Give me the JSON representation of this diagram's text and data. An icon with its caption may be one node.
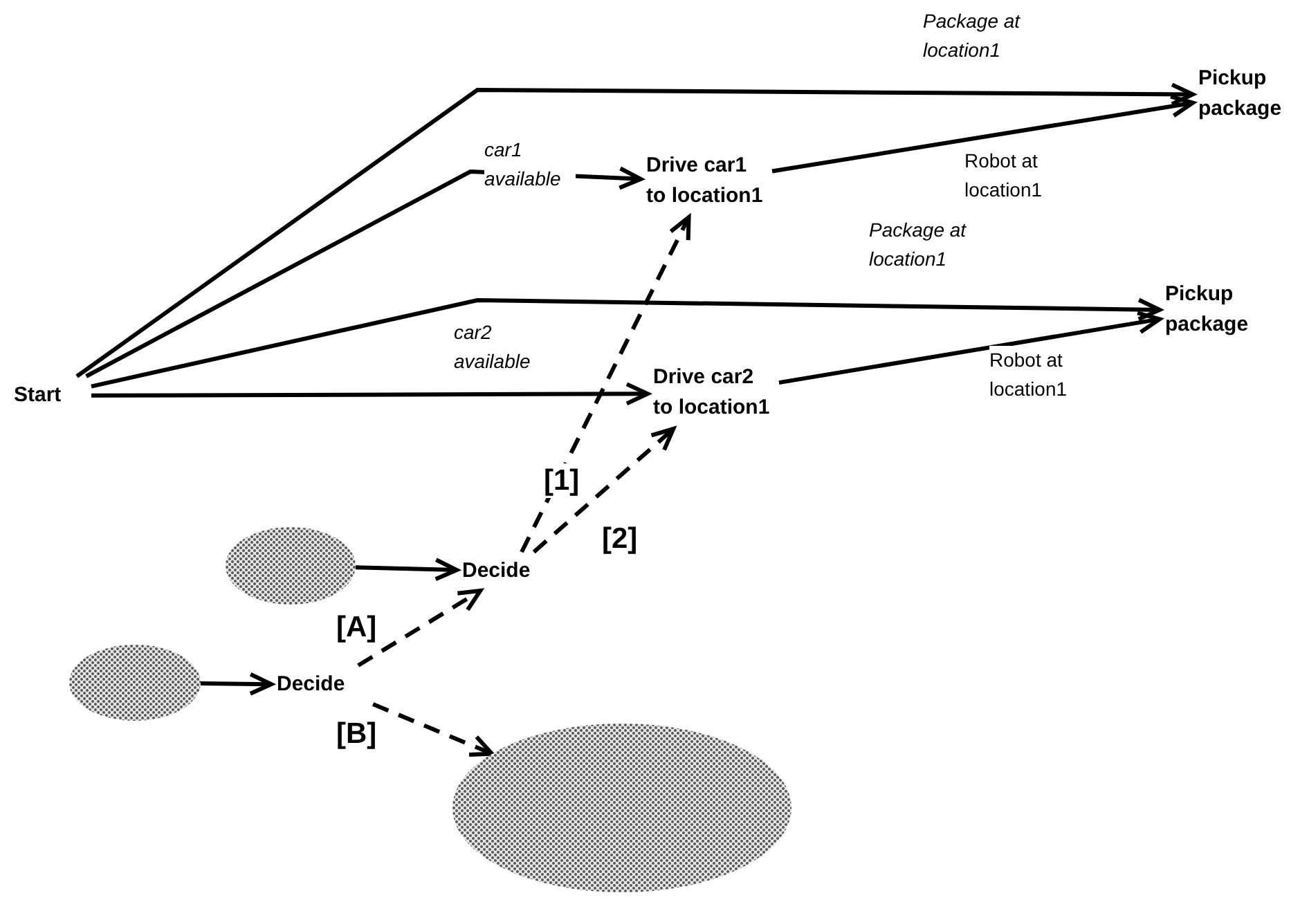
{
  "diagram": {
    "nodes": [
      {
        "text": [
          "Start"
        ]
      },
      {
        "text": [
          "Drive car1 to location1"
        ]
      },
      {
        "text": [
          "Drive car2 to location1"
        ]
      },
      {
        "text": [
          "Pickup package"
        ]
      },
      {
        "text": [
          "Pickup package"
        ]
      },
      {
        "text": [],
        "shape": "circle"
      },
      {
        "text": [
          "Decide"
        ]
      },
      {
        "text": [],
        "shape": "circle"
      },
      {
        "text": [
          "Decide"
        ]
      },
      {
        "text": [],
        "shape": "circle"
      }
    ],
    "edges": [
      {
        "from": 0,
        "to": 3,
        "arrow": "to",
        "label": "Package at location1"
      },
      {
        "from": 0,
        "to": 1,
        "arrow": "to",
        "label": "car1 available"
      },
      {
        "from": 0,
        "to": 4,
        "arrow": "to",
        "label": "Package at location1"
      },
      {
        "from": 0,
        "to": 2,
        "arrow": "to",
        "label": "car2 available"
      },
      {
        "from": 1,
        "to": 3,
        "arrow": "to",
        "label": "Robot at location1"
      },
      {
        "from": 2,
        "to": 4,
        "arrow": "to",
        "label": "Robot at location1"
      },
      {
        "from": 6,
        "to": 1,
        "arrow": "to",
        "label": "[1]",
        "style": "dashed"
      },
      {
        "from": 6,
        "to": 2,
        "arrow": "to",
        "label": "[2]",
        "style": "dashed"
      },
      {
        "from": 5,
        "to": 6,
        "arrow": "to"
      },
      {
        "from": 7,
        "to": 8,
        "arrow": "to"
      },
      {
        "from": 8,
        "to": 6,
        "arrow": "to",
        "label": "[A]",
        "style": "dashed"
      },
      {
        "from": 8,
        "to": 9,
        "arrow": "to",
        "label": "[B]",
        "style": "dashed"
      }
    ]
  }
}
